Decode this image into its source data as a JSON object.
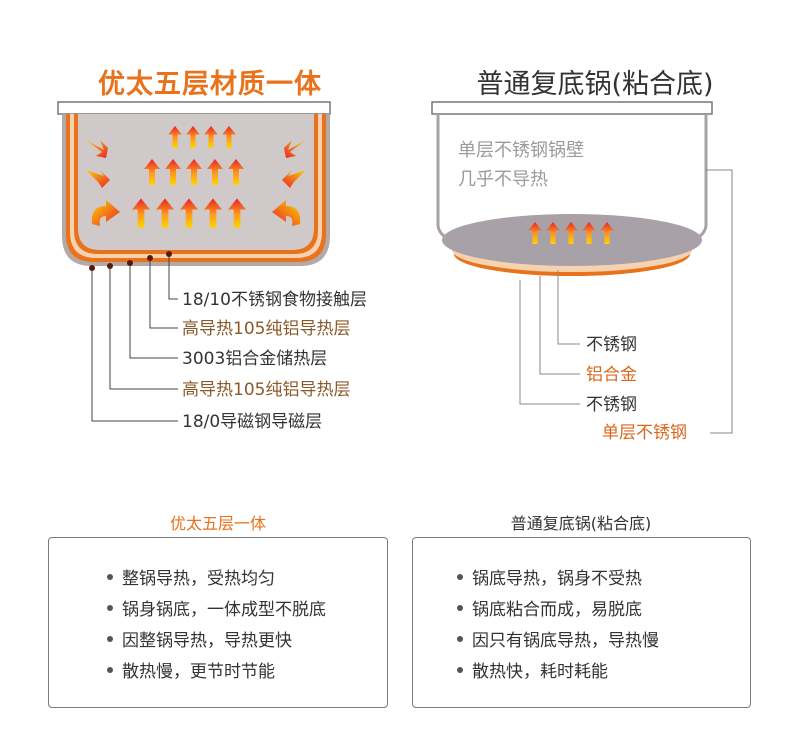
{
  "left": {
    "title": "优太五层材质一体",
    "layers": [
      {
        "label": "18/10不锈钢食物接触层",
        "color": "#333333"
      },
      {
        "label": "高导热105纯铝导热层",
        "color": "#8a5a2b"
      },
      {
        "label": "3003铝合金储热层",
        "color": "#333333"
      },
      {
        "label": "高导热105纯铝导热层",
        "color": "#8a5a2b"
      },
      {
        "label": "18/0导磁钢导磁层",
        "color": "#333333"
      }
    ]
  },
  "right": {
    "title": "普通复底锅(粘合底)",
    "wall_note": [
      "单层不锈钢锅壁",
      "几乎不导热"
    ],
    "layers": [
      {
        "label": "不锈钢",
        "color": "#333333"
      },
      {
        "label": "铝合金",
        "color": "#d9661f"
      },
      {
        "label": "不锈钢",
        "color": "#333333"
      },
      {
        "label": "单层不锈钢",
        "color": "#d9661f"
      }
    ]
  },
  "summary": {
    "left": {
      "title": "优太五层一体",
      "points": [
        "整锅导热，受热均匀",
        "锅身锅底，一体成型不脱底",
        "因整锅导热，导热更快",
        "散热慢，更节时节能"
      ]
    },
    "right": {
      "title": "普通复底锅(粘合底)",
      "points": [
        "锅底导热，锅身不受热",
        "锅底粘合而成，易脱底",
        "因只有锅底导热，导热慢",
        "散热快，耗时耗能"
      ]
    }
  },
  "colors": {
    "accent": "#e8731c",
    "layer_brown": "#8a5a2b",
    "arrow_red": "#e8232a",
    "arrow_yellow": "#ffd400",
    "pot_gray": "#a8a2a8"
  }
}
